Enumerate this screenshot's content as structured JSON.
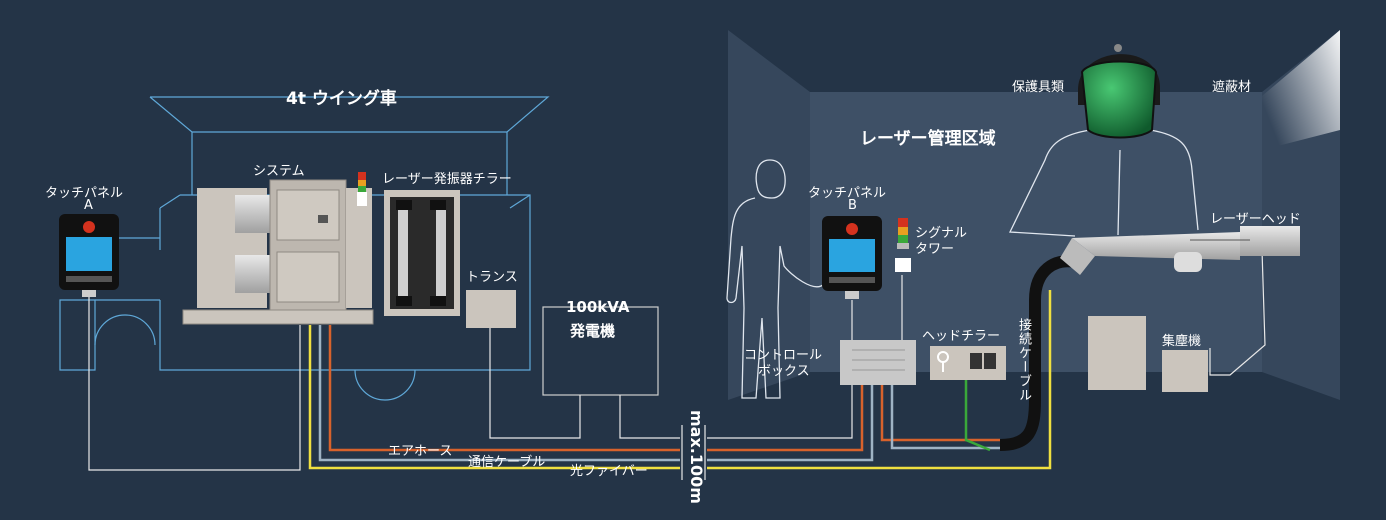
{
  "labels": {
    "truck": "4t ウイング車",
    "touch_panel_a": "タッチパネル",
    "touch_panel_a_id": "A",
    "system": "システム",
    "laser_chiller": "レーザー発振器チラー",
    "transformer": "トランス",
    "generator_capacity": "100kVA",
    "generator": "発電機",
    "laser_area": "レーザー管理区域",
    "protective_gear": "保護具類",
    "shield": "遮蔽材",
    "touch_panel_b": "タッチパネル",
    "touch_panel_b_id": "B",
    "signal_tower_1": "シグナル",
    "signal_tower_2": "タワー",
    "laser_head": "レーザーヘッド",
    "control_box_1": "コントロール",
    "control_box_2": "ボックス",
    "head_chiller": "ヘッドチラー",
    "connection_cable": "接続ケーブル",
    "dust_collector": "集塵機",
    "air_hose": "エアホース",
    "comm_cable": "通信ケーブル",
    "optical_fiber": "光ファイバー",
    "max_distance": "max.100m"
  },
  "colors": {
    "background": "#243447",
    "room": "#3a4b60",
    "outline": "#5fa8d8",
    "air_hose": "#d8622c",
    "comm_cable": "#9fb3c4",
    "optical_fiber": "#f0e040",
    "equipment": "#cbc5bd"
  },
  "icons": [
    "touch-panel-icon",
    "signal-tower-icon",
    "helmet-icon",
    "person-outline-icon",
    "laser-head-icon",
    "light-beam-icon"
  ]
}
